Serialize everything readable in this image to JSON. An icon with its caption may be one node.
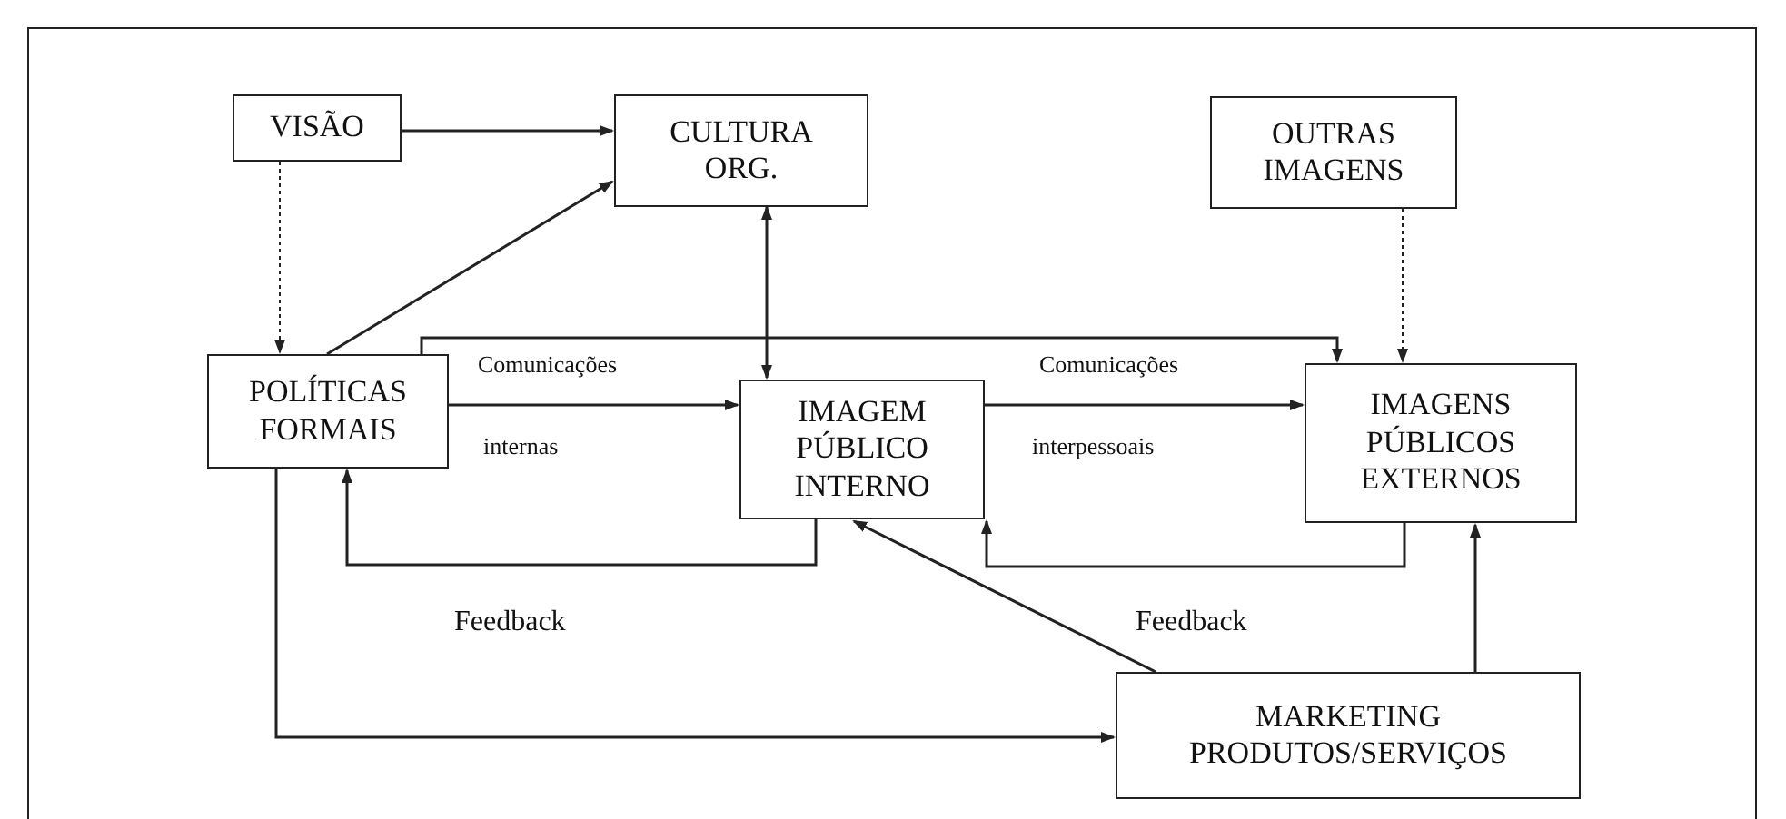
{
  "diagram": {
    "nodes": [
      {
        "text": [
          "VISÃO"
        ]
      },
      {
        "text": [
          "CULTURA ORG."
        ]
      },
      {
        "text": [
          "OUTRAS IMAGENS"
        ]
      },
      {
        "text": [
          "POLÍTICAS FORMAIS"
        ]
      },
      {
        "text": [
          "IMAGEM PÚBLICO INTERNO"
        ]
      },
      {
        "text": [
          "IMAGENS PÚBLICOS EXTERNOS"
        ]
      },
      {
        "text": [
          "MARKETING PRODUTOS/SERVIÇOS"
        ]
      }
    ],
    "edges": [
      {
        "from": 0,
        "to": 1,
        "arrow": "to"
      },
      {
        "from": 0,
        "to": 3,
        "arrow": "to",
        "style": "dashed"
      },
      {
        "from": 3,
        "to": 1,
        "arrow": "to"
      },
      {
        "from": 1,
        "to": 4,
        "arrow": "both"
      },
      {
        "from": 3,
        "to": 5,
        "arrow": "to"
      },
      {
        "from": 3,
        "to": 4,
        "arrow": "to"
      },
      {
        "from": 4,
        "to": 5,
        "arrow": "to"
      },
      {
        "from": 2,
        "to": 5,
        "arrow": "to",
        "style": "dashed"
      },
      {
        "from": 4,
        "to": 3,
        "arrow": "to",
        "label": "Feedback"
      },
      {
        "from": 5,
        "to": 4,
        "arrow": "to",
        "label": "Feedback"
      },
      {
        "from": 6,
        "to": 4,
        "arrow": "to"
      },
      {
        "from": 6,
        "to": 5,
        "arrow": "to"
      },
      {
        "from": 3,
        "to": 6,
        "arrow": "to"
      }
    ],
    "labels": [
      "Comunicações",
      "internas",
      "Comunicações",
      "interpessoais"
    ]
  }
}
